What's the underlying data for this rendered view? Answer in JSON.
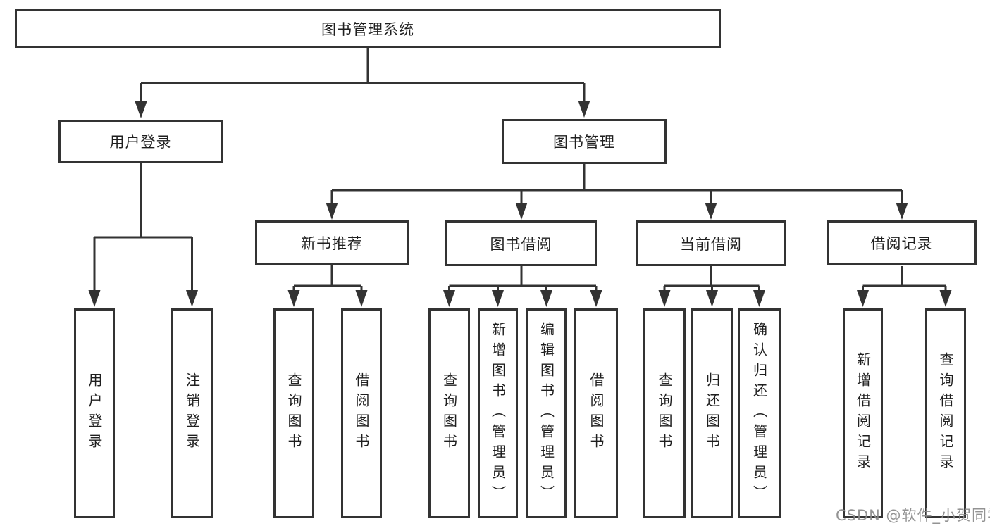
{
  "colors": {
    "line": "#333333",
    "text": "#1f1f1f",
    "watermark": "#8a8a8a",
    "background": "#ffffff"
  },
  "tree": {
    "root": {
      "label": "图书管理系统",
      "children": [
        {
          "label": "用户登录",
          "children": [
            {
              "label": "用户登录"
            },
            {
              "label": "注销登录"
            }
          ]
        },
        {
          "label": "图书管理",
          "children": [
            {
              "label": "新书推荐",
              "children": [
                {
                  "label": "查询图书"
                },
                {
                  "label": "借阅图书"
                }
              ]
            },
            {
              "label": "图书借阅",
              "children": [
                {
                  "label": "查询图书"
                },
                {
                  "label": "新增图书（管理员）"
                },
                {
                  "label": "编辑图书（管理员）"
                },
                {
                  "label": "借阅图书"
                }
              ]
            },
            {
              "label": "当前借阅",
              "children": [
                {
                  "label": "查询图书"
                },
                {
                  "label": "归还图书"
                },
                {
                  "label": "确认归还（管理员）"
                }
              ]
            },
            {
              "label": "借阅记录",
              "children": [
                {
                  "label": "新增借阅记录"
                },
                {
                  "label": "查询借阅记录"
                }
              ]
            }
          ]
        }
      ]
    }
  },
  "watermark": {
    "text": "CSDN @软件_小贺同学"
  }
}
